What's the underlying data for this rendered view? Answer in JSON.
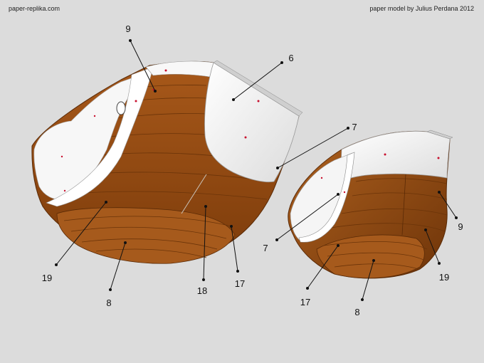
{
  "header": {
    "site": "paper-replika.com",
    "credit": "paper model by Julius Perdana 2012"
  },
  "callouts": {
    "large_hull": [
      "9",
      "6",
      "7",
      "19",
      "8",
      "18",
      "17"
    ],
    "small_hull": [
      "7",
      "9",
      "19",
      "17",
      "8"
    ]
  },
  "colors": {
    "background": "#dcdcdc",
    "wood": "#9a4f14",
    "wood_dark": "#6b3409",
    "interior": "#f4f4f4",
    "marker_dot": "#c8102e"
  }
}
